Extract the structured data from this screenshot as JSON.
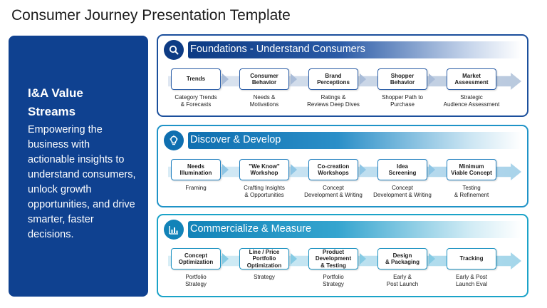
{
  "title": "Consumer Journey Presentation Template",
  "left_panel": {
    "heading": "I&A Value Streams",
    "body": "Empowering the business with actionable insights to understand consumers, unlock growth opportunities, and drive smarter, faster decisions."
  },
  "sections": [
    {
      "title": "Foundations - Understand Consumers",
      "icon": "search-icon",
      "steps": [
        {
          "label": "Trends",
          "desc": "Category Trends\n& Forecasts"
        },
        {
          "label": "Consumer\nBehavior",
          "desc": "Needs &\nMotivations"
        },
        {
          "label": "Brand\nPerceptions",
          "desc": "Ratings &\nReviews Deep Dives"
        },
        {
          "label": "Shopper\nBehavior",
          "desc": "Shopper Path to\nPurchase"
        },
        {
          "label": "Market\nAssessment",
          "desc": "Strategic\nAudience Assessment"
        }
      ]
    },
    {
      "title": "Discover & Develop",
      "icon": "lightbulb-icon",
      "steps": [
        {
          "label": "Needs\nIllumination",
          "desc": "Framing"
        },
        {
          "label": "\"We Know\"\nWorkshop",
          "desc": "Crafting Insights\n& Opportunities"
        },
        {
          "label": "Co-creation\nWorkshops",
          "desc": "Concept\nDevelopment & Writing"
        },
        {
          "label": "Idea\nScreening",
          "desc": "Concept\nDevelopment & Writing"
        },
        {
          "label": "Minimum\nViable Concept",
          "desc": "Testing\n& Refinement"
        }
      ]
    },
    {
      "title": "Commercialize & Measure",
      "icon": "bar-chart-icon",
      "steps": [
        {
          "label": "Concept\nOptimization",
          "desc": "Portfolio\nStrategy"
        },
        {
          "label": "Line / Price\nPortfolio\nOptimization",
          "desc": "Strategy"
        },
        {
          "label": "Product\nDevelopment\n& Testing",
          "desc": "Portfolio\nStrategy"
        },
        {
          "label": "Design\n& Packaging",
          "desc": "Early &\nPost Launch"
        },
        {
          "label": "Tracking",
          "desc": "Early & Post\nLaunch Eval"
        }
      ]
    }
  ]
}
